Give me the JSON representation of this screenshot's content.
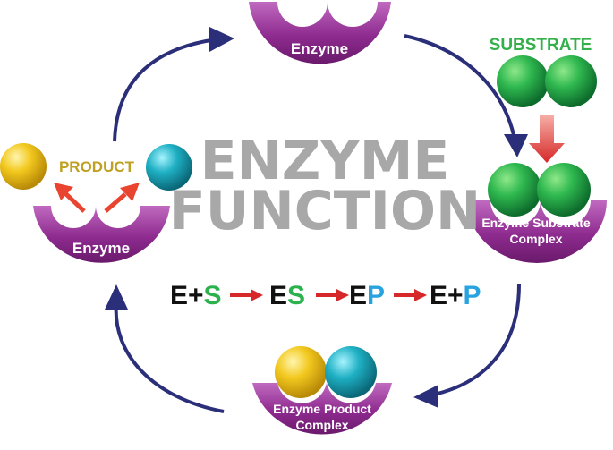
{
  "title": {
    "line1": "ENZYME",
    "line2": "FUNCTION"
  },
  "labels": {
    "substrate": "SUBSTRATE",
    "product": "PRODUCT",
    "enzyme_top": "Enzyme",
    "enzyme_left": "Enzyme",
    "es_complex_line1": "Enzyme Substrate",
    "es_complex_line2": "Complex",
    "ep_complex_line1": "Enzyme Product",
    "ep_complex_line2": "Complex"
  },
  "equation": {
    "t1_e": "E",
    "t1_plus": "+",
    "t1_s": "S",
    "t2_e": "E",
    "t2_s": "S",
    "t3_e": "E",
    "t3_p": "P",
    "t4_e": "E",
    "t4_plus": "+",
    "t4_p": "P"
  },
  "colors": {
    "enzyme": "#8e2b8f",
    "substrate": "#2bb24c",
    "product_yellow": "#f0c419",
    "product_cyan": "#1aa8b8",
    "cycle_arrow": "#2b2f7a",
    "reaction_arrow": "#d62828",
    "product_label": "#c0a020",
    "substrate_label": "#33b04a",
    "p_letter": "#29a3e0",
    "title_gray": "#a8a8a8"
  }
}
